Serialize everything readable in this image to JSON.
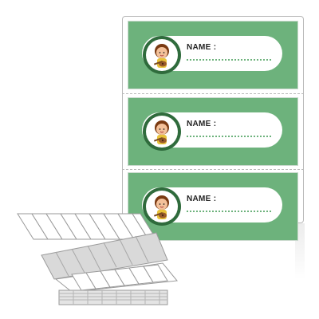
{
  "labels": [
    {
      "name_label": "NAME :"
    },
    {
      "name_label": "NAME :"
    },
    {
      "name_label": "NAME :"
    }
  ],
  "colors": {
    "label_background": "#6db27c",
    "avatar_ring": "#2f6b3c",
    "pill": "#ffffff",
    "stack_gray": "#d9d9d9"
  },
  "icons": {
    "avatar": "boy-with-guitar-icon",
    "label_stack": "folded-label-stack-icon"
  }
}
